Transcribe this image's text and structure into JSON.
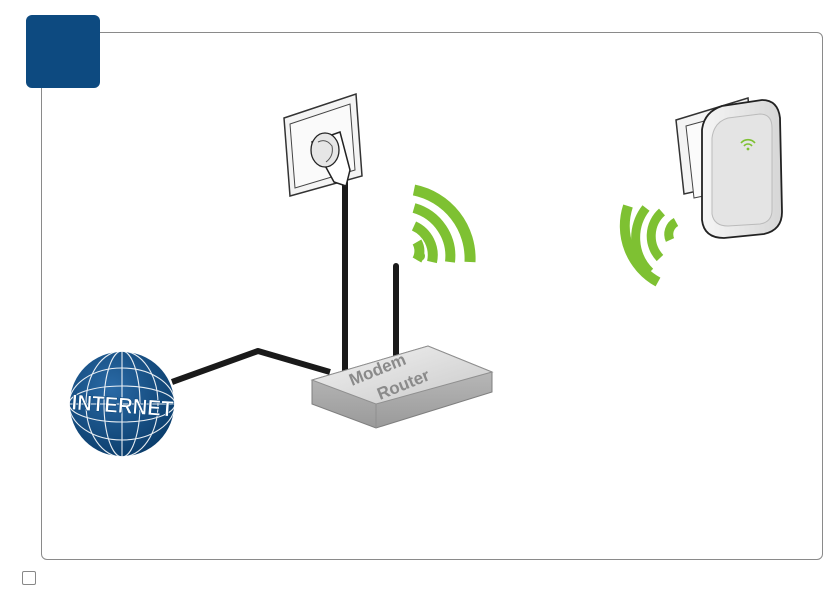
{
  "step": {
    "number": ""
  },
  "router": {
    "line1": "Modem",
    "line2": "Router"
  },
  "globe": {
    "label": "INTERNET"
  },
  "checkbox": {
    "checked": false
  },
  "colors": {
    "badge": "#0d4a80",
    "globe": "#0d4a80",
    "wifi": "#7ec132",
    "cable": "#1a1a1a",
    "frame": "#8a8a8a",
    "device_face": "#e9e9e9"
  }
}
